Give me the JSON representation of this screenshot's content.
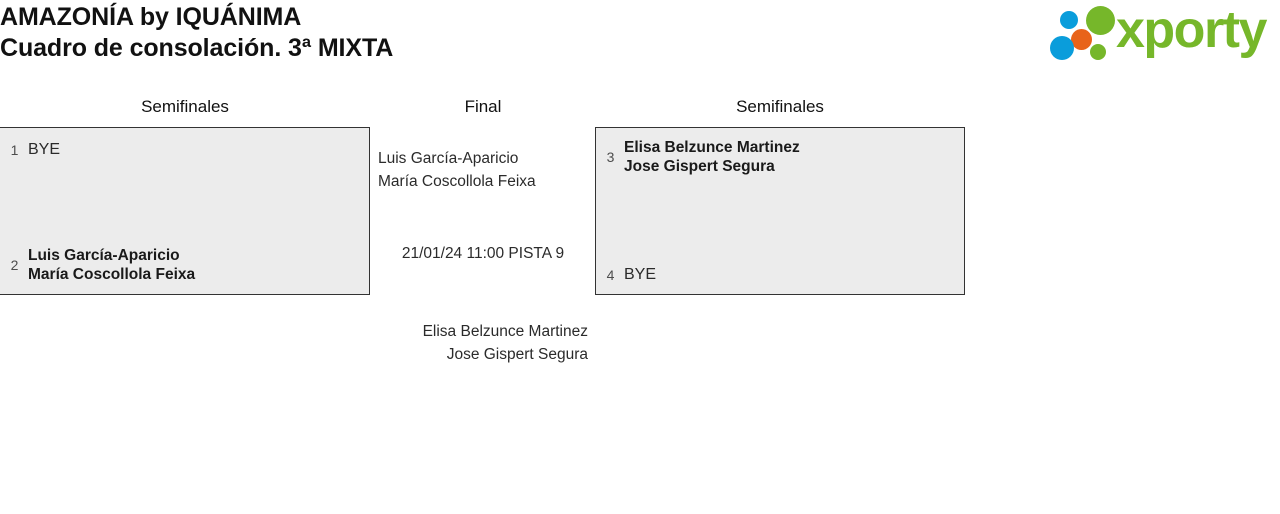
{
  "header": {
    "title_line1": "AMAZONÍA by IQUÁNIMA",
    "title_line2": "Cuadro de consolación. 3ª MIXTA",
    "logo": {
      "wordmark": "xporty",
      "green": "#76b72a",
      "blue": "#0a9ddb",
      "orange": "#e8631a"
    }
  },
  "bracket": {
    "rounds": [
      {
        "label": "Semifinales"
      },
      {
        "label": "Final"
      },
      {
        "label": "Semifinales"
      }
    ],
    "left_match": {
      "top": {
        "seed": "1",
        "line1": "BYE",
        "line2": ""
      },
      "bottom": {
        "seed": "2",
        "line1": "Luis García-Aparicio",
        "line2": "María Coscollola Feixa"
      }
    },
    "right_match": {
      "top": {
        "seed": "3",
        "line1": "Elisa Belzunce Martinez",
        "line2": "Jose Gispert Segura"
      },
      "bottom": {
        "seed": "4",
        "line1": "BYE",
        "line2": ""
      }
    },
    "final_match": {
      "top": {
        "line1": "Luis García-Aparicio",
        "line2": "María Coscollola Feixa"
      },
      "bottom": {
        "line1": "Elisa Belzunce Martinez",
        "line2": "Jose Gispert Segura"
      },
      "info": "21/01/24 11:00 PISTA 9"
    }
  }
}
